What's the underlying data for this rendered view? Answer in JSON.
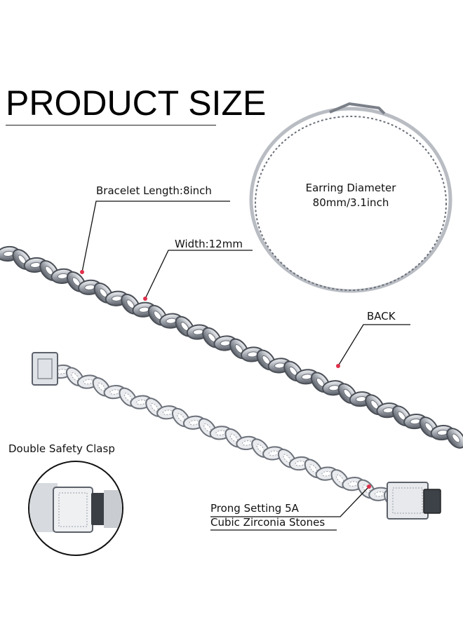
{
  "title": "PRODUCT SIZE",
  "labels": {
    "bracelet_length": "Bracelet Length:8inch",
    "width": "Width:12mm",
    "back": "BACK",
    "double_clasp": "Double Safety Clasp",
    "prong_line1": "Prong Setting 5A",
    "prong_line2": "Cubic Zirconia Stones",
    "earring_line1": "Earring Diameter",
    "earring_line2": "80mm/3.1inch"
  },
  "colors": {
    "marker": "#e0304a",
    "leader": "#111111",
    "metal": "#9aa0a8",
    "metal_dark": "#4a4f57"
  }
}
